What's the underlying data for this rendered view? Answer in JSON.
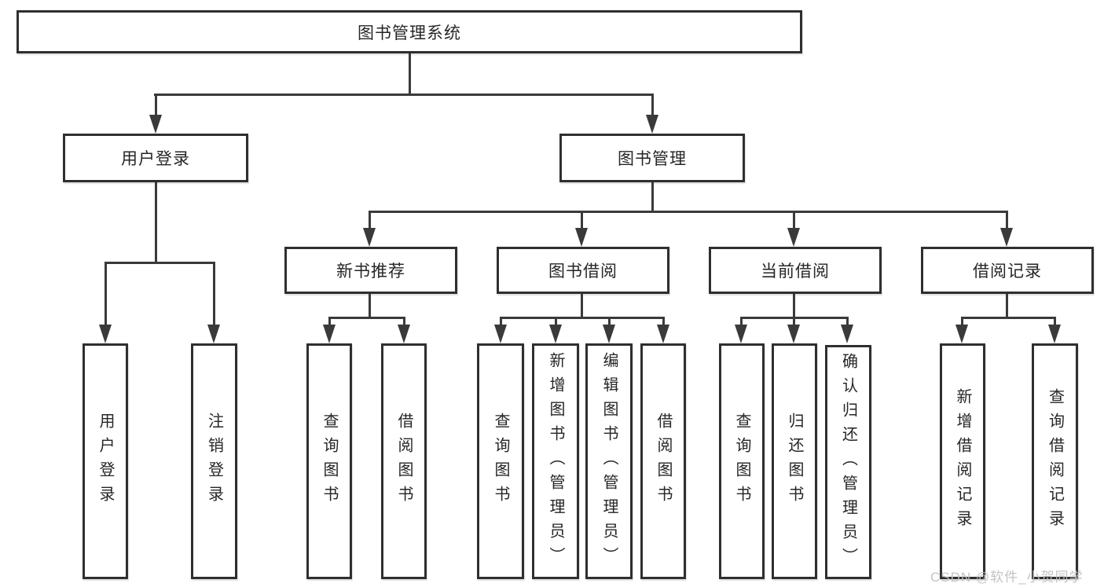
{
  "tree": {
    "root": {
      "label": "图书管理系统"
    },
    "children": [
      {
        "label": "用户登录",
        "children": [
          {
            "label": "用户登录"
          },
          {
            "label": "注销登录"
          }
        ]
      },
      {
        "label": "图书管理",
        "children": [
          {
            "label": "新书推荐",
            "children": [
              {
                "label": "查询图书"
              },
              {
                "label": "借阅图书"
              }
            ]
          },
          {
            "label": "图书借阅",
            "children": [
              {
                "label": "查询图书"
              },
              {
                "label": "新增图书（管理员）"
              },
              {
                "label": "编辑图书（管理员）"
              },
              {
                "label": "借阅图书"
              }
            ]
          },
          {
            "label": "当前借阅",
            "children": [
              {
                "label": "查询图书"
              },
              {
                "label": "归还图书"
              },
              {
                "label": "确认归还（管理员）"
              }
            ]
          },
          {
            "label": "借阅记录",
            "children": [
              {
                "label": "新增借阅记录"
              },
              {
                "label": "查询借阅记录"
              }
            ]
          }
        ]
      }
    ]
  },
  "watermark": "CSDN @软件_小贺同学",
  "colors": {
    "line": "#3a3a3a",
    "box_border": "#2f2f2f",
    "text": "#262626",
    "watermark": "#c1c1c1",
    "background": "#ffffff"
  }
}
